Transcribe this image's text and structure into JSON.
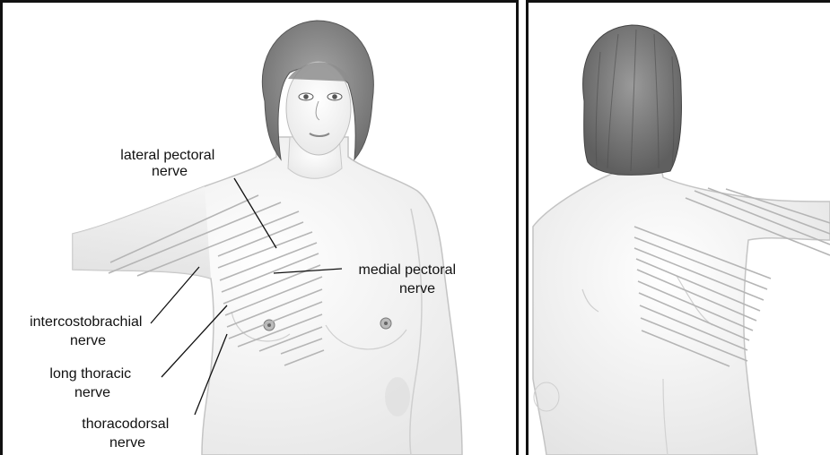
{
  "labels": {
    "lateral_pectoral": [
      "lateral pectoral",
      "nerve"
    ],
    "medial_pectoral": [
      "medial pectoral",
      "nerve"
    ],
    "intercostobrachial": [
      "intercostobrachial",
      "nerve"
    ],
    "long_thoracic": [
      "long thoracic",
      "nerve"
    ],
    "thoracodorsal": [
      "thoracodorsal",
      "nerve"
    ]
  },
  "colors": {
    "frame": "#111111",
    "skin_outline": "#bdbdbd",
    "skin_shade": "#eeeeee",
    "hair": "#8a8a8a",
    "hatch": "#b5b5b5",
    "leader_line": "#111111"
  },
  "icons": {
    "front_panel": "female-torso-front-figure",
    "back_panel": "female-torso-back-figure"
  }
}
